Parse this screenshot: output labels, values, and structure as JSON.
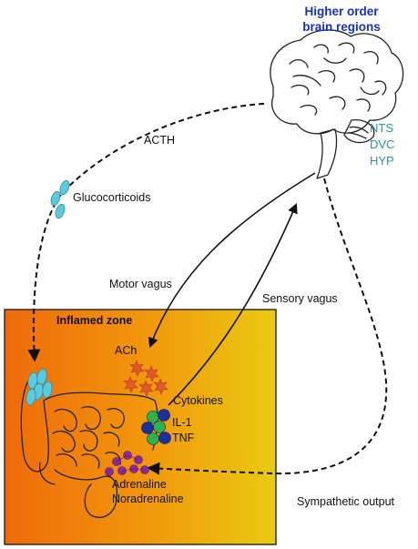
{
  "brain_title_line1": "Higher order",
  "brain_title_line2": "brain regions",
  "nuclei": [
    "NTS",
    "DVC",
    "HYP"
  ],
  "pathways": {
    "acth": "ACTH",
    "glucocorticoids": "Glucocorticoids",
    "motor_vagus": "Motor vagus",
    "sensory_vagus": "Sensory vagus",
    "sympathetic_output": "Sympathetic output"
  },
  "zone": {
    "title": "Inflamed zone",
    "ach": "ACh",
    "cytokines": "Cytokines",
    "il1": "IL-1",
    "tnf": "TNF",
    "adrenaline": "Adrenaline",
    "noradrenaline": "Noradrenaline"
  },
  "colors": {
    "title_blue": "#1432c8",
    "nuclei_teal": "#1f9d96",
    "zone_left": "#ef6a0a",
    "zone_right": "#e9cb12",
    "glucocorticoid_cyan": "#5cc9dd",
    "ach_star": "#e2582a",
    "cytokine_blue": "#1e2f9c",
    "cytokine_green": "#2db34a",
    "catecholamine_purple": "#8a2a9e"
  }
}
